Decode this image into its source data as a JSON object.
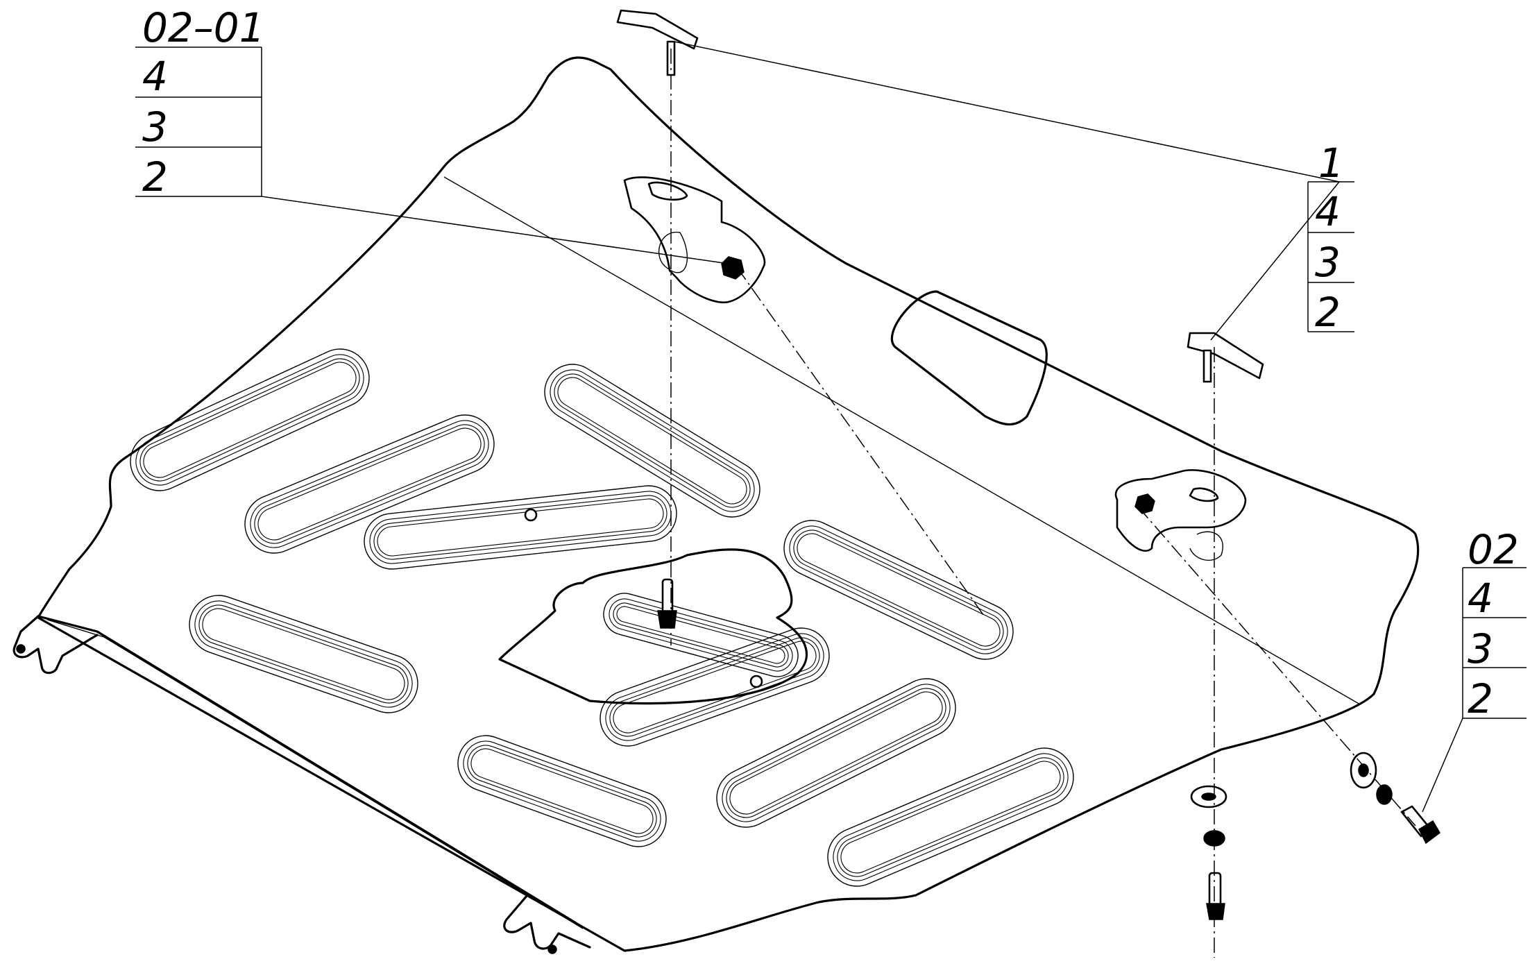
{
  "callouts": [
    {
      "id": "callout-02-01",
      "header": "02–01",
      "rows": [
        "4",
        "3",
        "2"
      ]
    },
    {
      "id": "callout-1",
      "header": "1",
      "rows": [
        "4",
        "3",
        "2"
      ]
    },
    {
      "id": "callout-02",
      "header": "02",
      "rows": [
        "4",
        "3",
        "2"
      ]
    }
  ]
}
